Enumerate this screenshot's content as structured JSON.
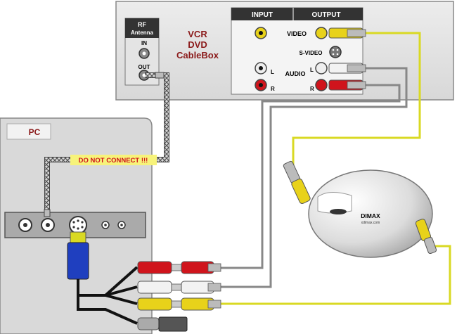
{
  "vcr_box": {
    "rf_title_line1": "RF",
    "rf_title_line2": "Antenna",
    "rf_in": "IN",
    "rf_out": "OUT",
    "device_line1": "VCR",
    "device_line2": "DVD",
    "device_line3": "CableBox",
    "input_header": "INPUT",
    "output_header": "OUTPUT",
    "video_label": "VIDEO",
    "svideo_label": "S-VIDEO",
    "audio_label": "AUDIO",
    "left_label": "L",
    "right_label": "R",
    "left_label_out": "L",
    "right_label_out": "R"
  },
  "pc": {
    "title": "PC",
    "warning": "DO NOT CONNECT !!!"
  },
  "dimax": {
    "brand": "DIMAX",
    "url": "xdimax.com"
  },
  "colors": {
    "video_cable": "#d9d923",
    "audio_red": "#d0141c",
    "audio_white": "#f2f2f2",
    "svideo_blue": "#1f3fbf",
    "header_bg": "#333333",
    "device_text": "#8b1a1a"
  }
}
